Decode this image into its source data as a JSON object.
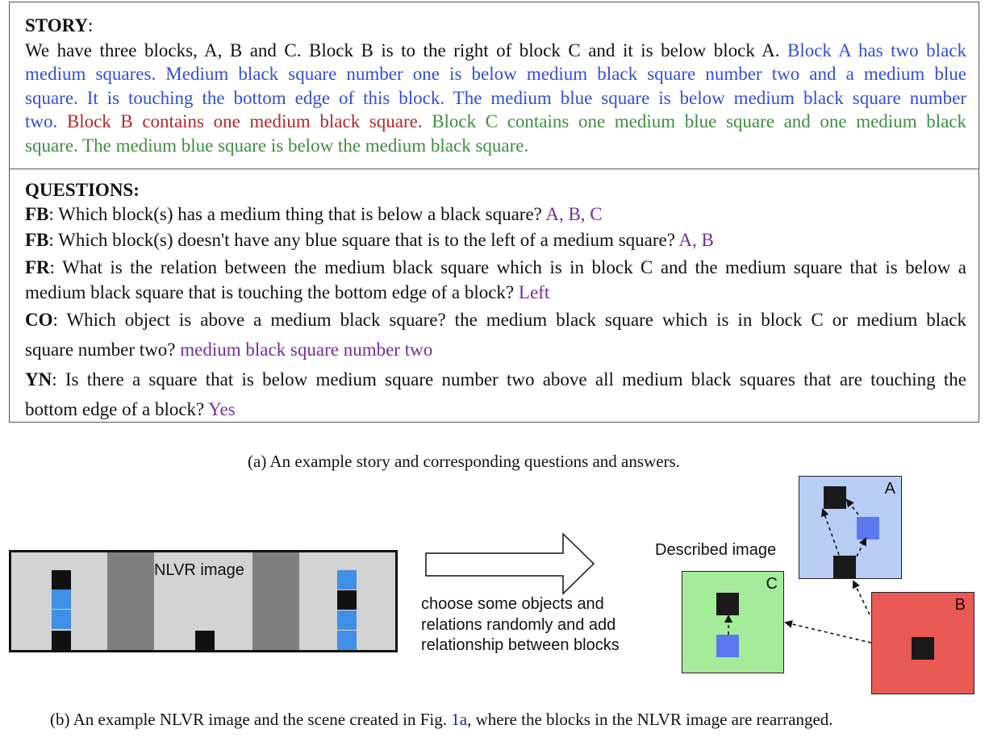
{
  "story": {
    "heading": "STORY",
    "heading_colon": ":",
    "lines": [
      [
        {
          "t": "We have three blocks, A, B and C. Block B is to the right of block C and it is below block A. ",
          "c": "black"
        },
        {
          "t": "Block A has two black",
          "c": "blue"
        }
      ],
      [
        {
          "t": "medium squares. Medium black square number one is below medium black square number two and a medium blue",
          "c": "blue"
        }
      ],
      [
        {
          "t": "square. It is touching the bottom edge of this block. The medium blue square is below medium black square number",
          "c": "blue"
        }
      ],
      [
        {
          "t": "two. ",
          "c": "blue"
        },
        {
          "t": "Block B contains one medium black square. ",
          "c": "red"
        },
        {
          "t": "Block C contains one medium blue square and one medium black",
          "c": "green"
        }
      ],
      [
        {
          "t": "square. The medium blue square is below the medium black square.",
          "c": "green"
        }
      ]
    ]
  },
  "questions": {
    "heading": "QUESTIONS:",
    "items": [
      {
        "lines": [
          [
            {
              "t": "FB",
              "c": "bold"
            },
            {
              "t": ": Which block(s) has a medium thing that is below a black square? ",
              "c": "black"
            },
            {
              "t": "A, B, C",
              "c": "purple"
            }
          ]
        ]
      },
      {
        "lines": [
          [
            {
              "t": "FB",
              "c": "bold"
            },
            {
              "t": ": Which block(s) doesn't have any blue square that is to the left of a medium square? ",
              "c": "black"
            },
            {
              "t": "A, B",
              "c": "purple"
            }
          ]
        ]
      },
      {
        "lines": [
          [
            {
              "t": "FR",
              "c": "bold"
            },
            {
              "t": ": What is the relation between the medium black square which is in block C and the medium square that is below a",
              "c": "black"
            }
          ],
          [
            {
              "t": "medium black square that is touching the bottom edge of a block? ",
              "c": "black"
            },
            {
              "t": "Left",
              "c": "purple"
            }
          ]
        ]
      },
      {
        "lines": [
          [
            {
              "t": "CO",
              "c": "bold"
            },
            {
              "t": ": Which object is above a medium black square? the medium black square which is in block C or medium black",
              "c": "black"
            }
          ],
          [
            {
              "t": "square number two? ",
              "c": "black"
            },
            {
              "t": "medium black square number two",
              "c": "purple"
            }
          ]
        ]
      },
      {
        "lines": [
          [
            {
              "t": "YN",
              "c": "bold"
            },
            {
              "t": ": Is there a square that is below medium square number two above all medium black squares that are touching the",
              "c": "black"
            }
          ],
          [
            {
              "t": "bottom edge of a block? ",
              "c": "black"
            },
            {
              "t": "Yes",
              "c": "purple"
            }
          ]
        ]
      }
    ]
  },
  "caption_a": "(a) An example story and corresponding questions and answers.",
  "caption_b": {
    "before": "(b) An example NLVR image and the scene created in Fig. ",
    "ref": "1a",
    "after": ", where the blocks in the NLVR image are rearranged."
  },
  "diagram": {
    "nlvr_label": "NLVR image",
    "arrow_text": [
      "choose some objects and",
      "relations randomly and add",
      "relationship between blocks"
    ],
    "described_label": "Described image",
    "block_labels": {
      "a": "A",
      "b": "B",
      "c": "C"
    },
    "colors": {
      "block_a": "#b7cdf3",
      "block_b": "#e95a55",
      "block_c": "#a4ec9a",
      "square_black": "#1a1a1a",
      "square_blue": "#5a78ee",
      "nlvr_light": "#d3d3d3",
      "nlvr_dark": "#7f7f7f",
      "nlvr_blue": "#3f8fe6"
    }
  }
}
